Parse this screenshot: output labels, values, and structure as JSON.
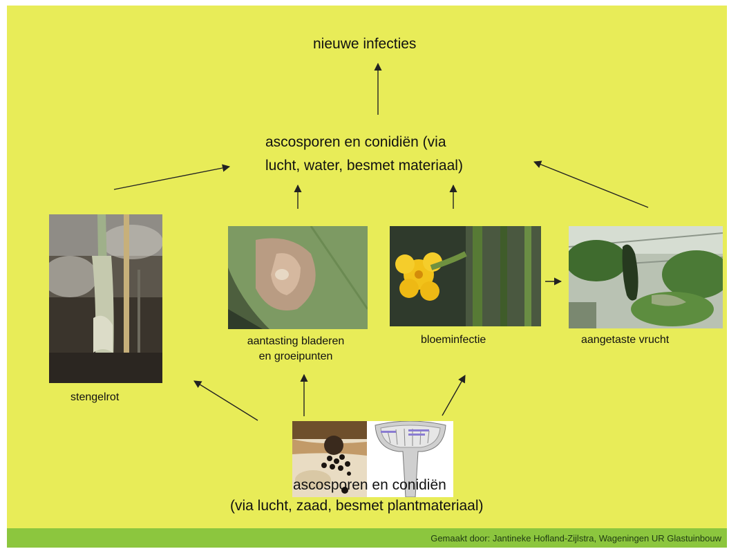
{
  "title": "nieuwe infecties",
  "middle": {
    "line1": "ascosporen en conidiën (via",
    "line2": "lucht, water, besmet materiaal)"
  },
  "bottom": {
    "line1": "ascosporen en conidiën",
    "line2": "(via lucht, zaad, besmet plantmateriaal)"
  },
  "captions": {
    "stem": "stengelrot",
    "leaf_line1": "aantasting bladeren",
    "leaf_line2": "en groeipunten",
    "bloom": "bloeminfectie",
    "fruit": "aangetaste vrucht"
  },
  "footer": "Gemaakt door: Jantineke Hofland-Zijlstra, Wageningen UR Glastuinbouw",
  "colors": {
    "background": "#e8ec58",
    "footer_bar": "#8cc63e",
    "arrow": "#222222"
  }
}
